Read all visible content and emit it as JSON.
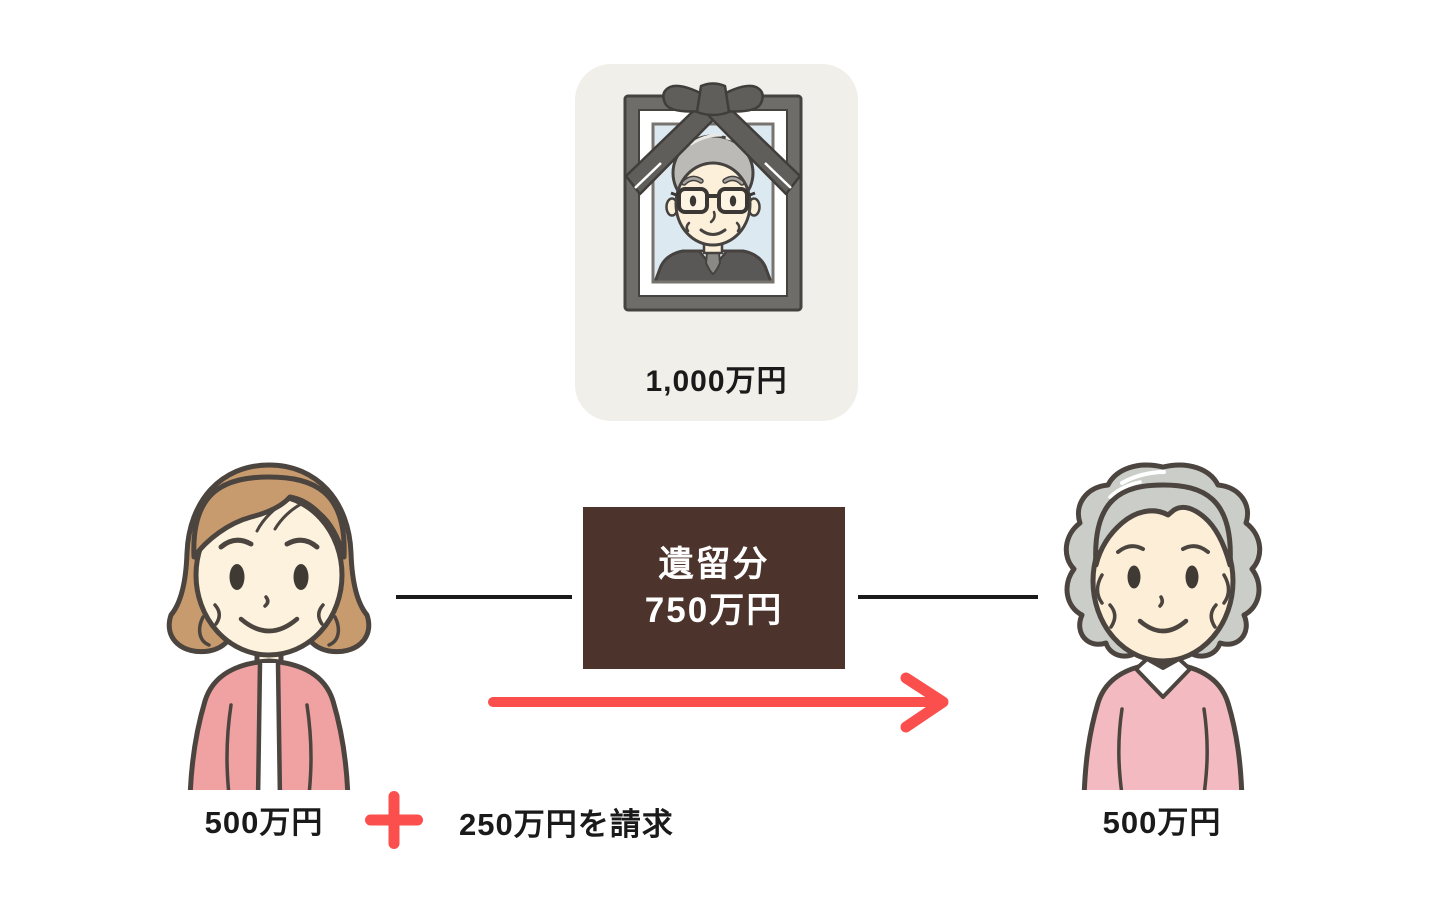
{
  "colors": {
    "background": "#ffffff",
    "card_bg": "#f0efe9",
    "box_bg": "#4c332c",
    "box_text": "#ffffff",
    "accent_red": "#fa4f4d",
    "line_black": "#1a1a1a",
    "text": "#1a1a1a"
  },
  "estate": {
    "amount": "1,000万円"
  },
  "legitime": {
    "title": "遺留分",
    "amount": "750万円"
  },
  "left_person": {
    "amount": "500万円"
  },
  "right_person": {
    "amount": "500万円"
  },
  "claim": {
    "text": "250万円を請求"
  },
  "icons": {
    "portrait": "memorial-portrait-of-deceased-man-with-black-ribbon",
    "left_person": "middle-aged-woman-brown-bob-pink-cardigan",
    "right_person": "elderly-woman-gray-hair-pink-sweater",
    "arrow": "red-arrow-right",
    "plus": "red-plus-sign"
  }
}
